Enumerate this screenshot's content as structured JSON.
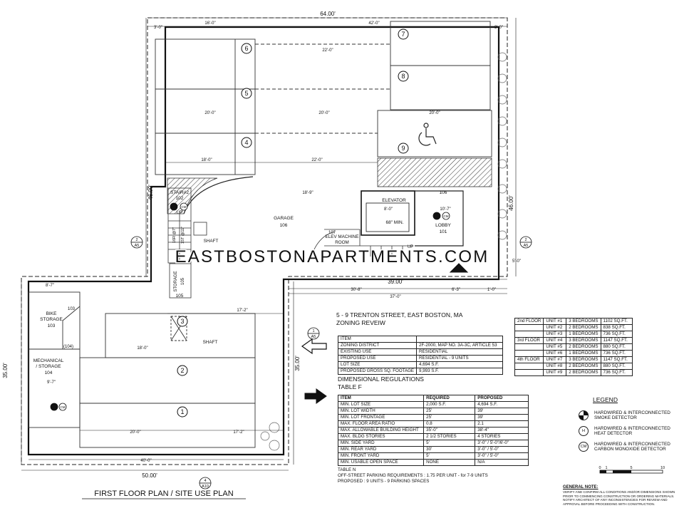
{
  "watermark": "EASTBOSTONAPARTMENTS.COM",
  "plan_title": "FIRST FLOOR PLAN / SITE USE PLAN",
  "dimensions": {
    "top_overall": "64.00'",
    "left_overall": "46.00'",
    "right_overall": "46.00'",
    "bottom_overall": "50.00'",
    "lower_left": "35.00'",
    "lower_right": "35.00'",
    "mid_overall": "39.00'",
    "mid_a": "30'-8\"",
    "mid_b": "6'-3\"",
    "mid_c": "1'-0\"",
    "mid_d": "37'-0\"",
    "row_16": "16'-0\"",
    "row_42": "42'-0\"",
    "row_22a": "22'-0\"",
    "row_20a": "20'-0\"",
    "row_20b": "20'-0\"",
    "row_20c": "20'-0\"",
    "row_18": "18'-0\"",
    "row_22b": "22'-0\"",
    "row_189": "18'-9\"",
    "row_172a": "17'-2\"",
    "row_180": "18'-0\"",
    "row_172b": "17'-2\"",
    "row_20d": "20'-0\"",
    "row_40": "40'-0\"",
    "row_87": "8'-7\"",
    "row_97": "9'-7\"",
    "row_8": "8'-0\"",
    "row_107": "10'-7\"",
    "side_30a": "3'-0\"",
    "side_30b": "3'-0\"",
    "side_50": "5'-0\""
  },
  "parking_spaces": [
    "1",
    "2",
    "3",
    "4",
    "5",
    "6",
    "7",
    "8",
    "9"
  ],
  "rooms": {
    "garage": "GARAGE",
    "garage_no": "106",
    "elevator": "ELEVATOR",
    "elevator_min": "68\" MIN.",
    "lobby": "LOBBY",
    "lobby_no": "101",
    "lobby_106": "106",
    "stair": "STAIR#2",
    "stair_no": "102",
    "stair_up": "UP",
    "storage": "STORAGE",
    "storage_no": "105",
    "storage_no2": "105",
    "bike": "BIKE",
    "bike2": "STORAGE",
    "bike_no": "103",
    "bike_no2": "103",
    "mech": "MECHANICAL",
    "mech2": "/ STORAGE",
    "mech_no": "104",
    "mech_no2": "(104)",
    "elev_machine": "ELEV MACHINE",
    "elev_room": "ROOM",
    "elev_no": "107",
    "shaft1": "SHAFT",
    "shaft2": "SHAFT",
    "stair_risers": "16R @7\"",
    "stair_treads": "15T @11\"",
    "stair_up2": "UP"
  },
  "section_markers": {
    "left_top": "2",
    "left_bottom": "A5",
    "right_top": "2",
    "right_bottom": "A5",
    "mid_top": "1",
    "mid_bottom": "A5",
    "bottom_top": "4",
    "bottom_bottom": "A10"
  },
  "zoning": {
    "address": "5 - 9 TRENTON STREET, EAST BOSTON, MA",
    "title": "ZONING REVEIW",
    "rows": [
      [
        "ITEM",
        ""
      ],
      [
        "ZONING DISTRICT",
        "2F-2000, MAP NO. 3A-3C, ARTICLE 53"
      ],
      [
        "EXISTING USE",
        "RESIDENTIAL"
      ],
      [
        "PROPOSED USE",
        "RESIDENTIAL - 9 UNITS"
      ],
      [
        "LOT SIZE",
        "4,694 S.F."
      ],
      [
        "PROPOSED GROSS SQ. FOOTAGE",
        "9,993 S.F."
      ]
    ]
  },
  "dimensional": {
    "title": "DIMENSIONAL REGULATIONS",
    "subtitle": "TABLE F",
    "header": [
      "ITEM",
      "REQUIRED",
      "PROPOSED"
    ],
    "rows": [
      [
        "MIN. LOT SIZE",
        "2,000 S.F.",
        "4,694 S.F."
      ],
      [
        "MIN. LOT WIDTH",
        "25'",
        "39'"
      ],
      [
        "MIN. LOT FRONTAGE",
        "25'",
        "39'"
      ],
      [
        "MAX. FLOOR AREA RATIO",
        "0.8",
        "2.1"
      ],
      [
        "MAX. ALLOWABLE BUILDING HEIGHT",
        "35'-0\"",
        "38'-4\""
      ],
      [
        "MAX. BLDG STORIES",
        "2 1/2   STORIES",
        "4 STORIES"
      ],
      [
        "MIN. SIDE YARD",
        "5'",
        "3'-0\" / 5'-0\"/6'-0\""
      ],
      [
        "MIN. REAR YARD",
        "30'",
        "3'-0\" / 5'-0\""
      ],
      [
        "MIN. FRONT YARD",
        "5'",
        "3'-0\" / 5'-0\""
      ],
      [
        "MIN. USABLE OPEN SPACE",
        "NONE",
        "N/A"
      ]
    ]
  },
  "parking_note": {
    "title": "TABLE N",
    "line1": "OFF-STREET PARKING REQUIREMENTS : 1.75 PER UNIT - for 7-9 UNITS",
    "line2": "PROPOSED : 9 UNITS - 9 PARKING SPACES"
  },
  "units": {
    "rows": [
      [
        "2nd FLOOR",
        "UNIT #1",
        "3 BEDROOMS",
        "1102 SQ.FT."
      ],
      [
        "",
        "UNIT #2",
        "2 BEDROOMS",
        "838 SQ.FT."
      ],
      [
        "",
        "UNIT #3",
        "1 BEDROOMS",
        "736 SQ.FT."
      ],
      [
        "3rd FLOOR",
        "UNIT #4",
        "3 BEDROOMS",
        "1147 SQ.FT."
      ],
      [
        "",
        "UNIT #5",
        "2 BEDROOMS",
        "880 SQ.FT."
      ],
      [
        "",
        "UNIT #6",
        "1 BEDROOMS",
        "736 SQ.FT."
      ],
      [
        "4th FLOOR",
        "UNIT #7",
        "3 BEDROOMS",
        "1147 SQ.FT."
      ],
      [
        "",
        "UNIT #8",
        "2 BEDROOMS",
        "880 SQ.FT."
      ],
      [
        "",
        "UNIT #9",
        "2 BEDROOMS",
        "736 SQ.FT."
      ]
    ]
  },
  "legend": {
    "title": "LEGEND",
    "items": [
      {
        "symbol": "",
        "kind": "smoke",
        "line1": "HARDWIRED & INTERCONNECTED",
        "line2": "SMOKE DETECTOR"
      },
      {
        "symbol": "H",
        "kind": "heat",
        "line1": "HARDWIRED & INTERCONNECTED",
        "line2": "HEAT DETECTOR"
      },
      {
        "symbol": "CM",
        "kind": "co",
        "line1": "HARDWIRED & INTERCONNECTED",
        "line2": "CARBON MONOXIDE DETECTOR"
      }
    ]
  },
  "scale": {
    "ticks": [
      "0",
      "1",
      "5",
      "10"
    ]
  },
  "general_note": {
    "title": "GENERAL NOTE:",
    "text": "VERIFY AND CONFIRM ALL CONDITIONS AND/OR DIMENSIONS SHOWN PRIOR TO COMMENCING CONSTRUCTION OR ORDERING MATERIALS. NOTIFY ARCHITECT OF ANY INCONSISTENCIES FOR REVIEW AND APPROVAL BEFORE PROCEEDING WITH CONSTRUCTION."
  },
  "detector_labels": {
    "cm1": "CM",
    "cm2": "CM",
    "cm3": "CM"
  }
}
